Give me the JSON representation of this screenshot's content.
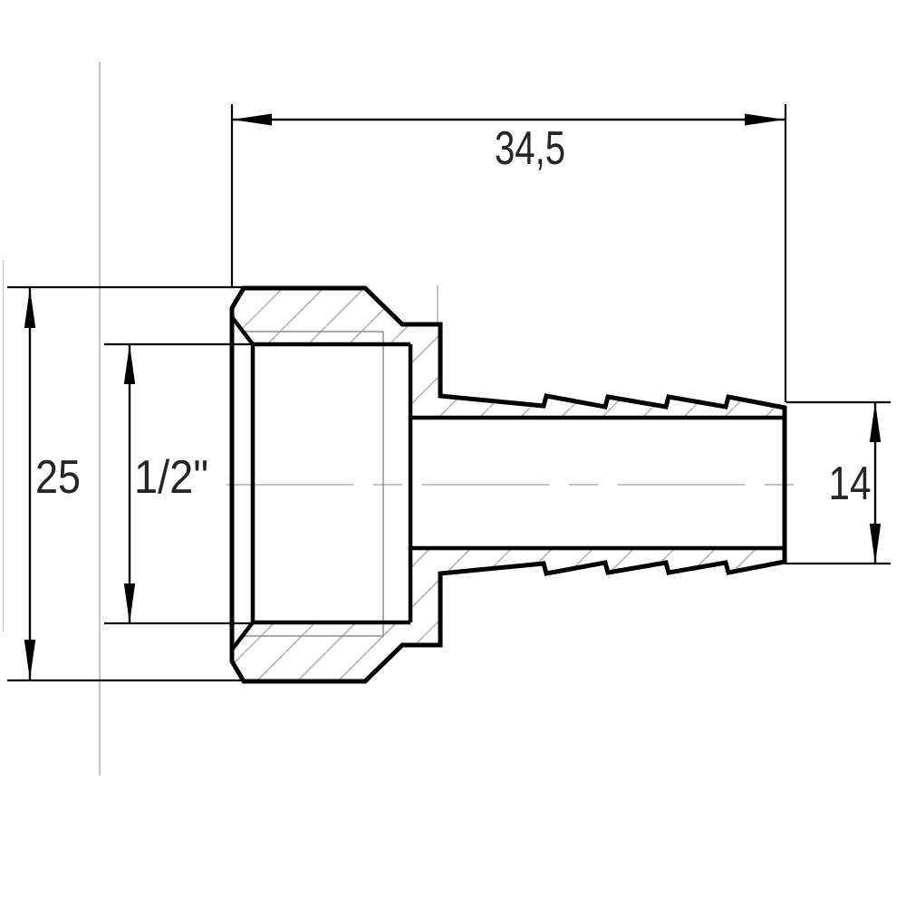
{
  "drawing": {
    "kind": "technical-section-drawing",
    "subject": "hose-barb-threaded-adapter",
    "background_color": "#ffffff",
    "main_line_color": "#000000",
    "thin_line_color": "#a8a8a8",
    "text_color": "#262626",
    "labels": {
      "overall_length": "34,5",
      "body_outer_size": "25",
      "thread_size": "1/2\"",
      "barb_outer_diameter": "14"
    }
  }
}
